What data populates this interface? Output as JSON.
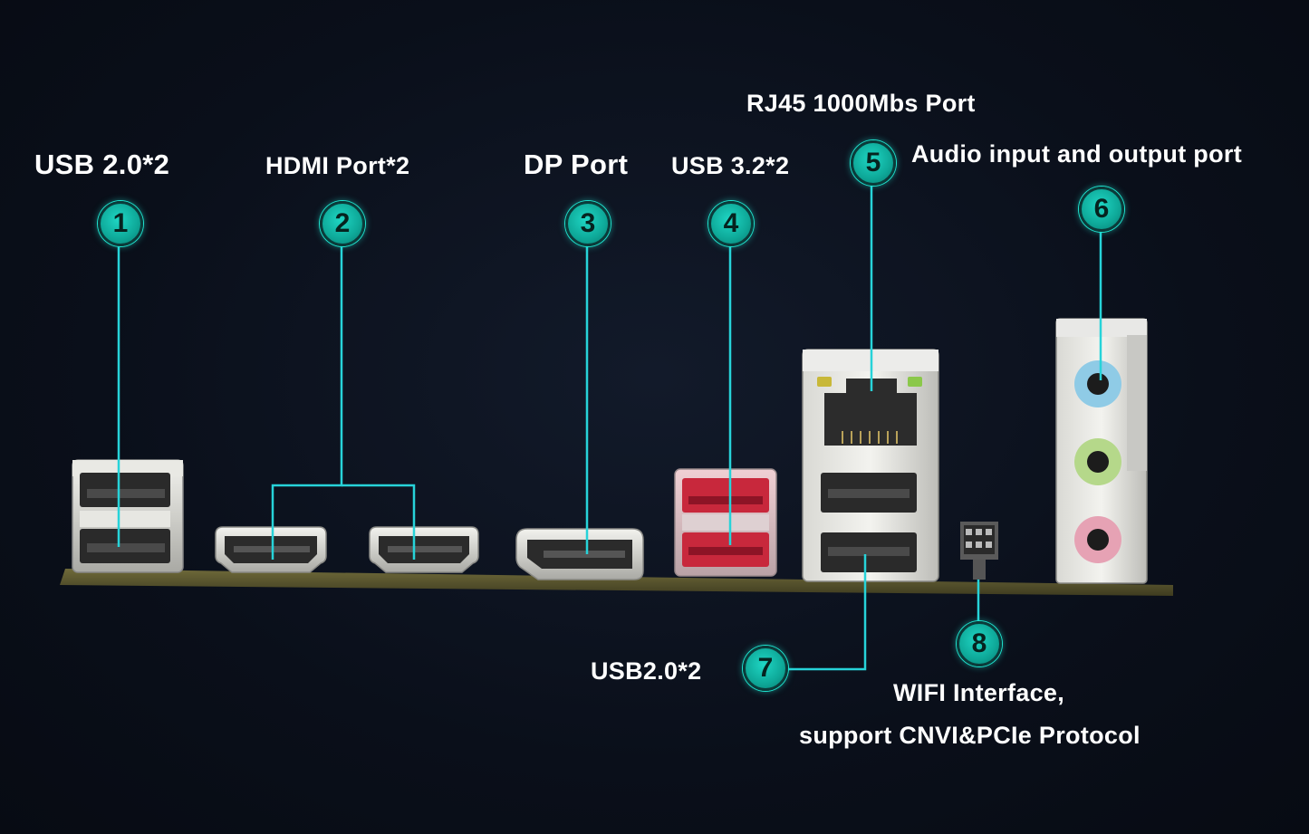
{
  "callouts": [
    {
      "num": "1",
      "label": "USB 2.0*2"
    },
    {
      "num": "2",
      "label": "HDMI Port*2"
    },
    {
      "num": "3",
      "label": "DP Port"
    },
    {
      "num": "4",
      "label": "USB 3.2*2"
    },
    {
      "num": "5",
      "label": "RJ45 1000Mbs Port"
    },
    {
      "num": "6",
      "label": "Audio input and output port"
    },
    {
      "num": "7",
      "label": "USB2.0*2"
    },
    {
      "num": "8",
      "label_line1": "WIFI Interface,",
      "label_line2": "support CNVI&PCIe Protocol"
    }
  ],
  "colors": {
    "background": "#0a0f1a",
    "callout_line": "#27d3d9",
    "badge_fill": "#0ea898",
    "usb32_red": "#c8283c",
    "audio_blue": "#8fcbe6",
    "audio_green": "#b5d88a",
    "audio_pink": "#e6a2b4"
  }
}
